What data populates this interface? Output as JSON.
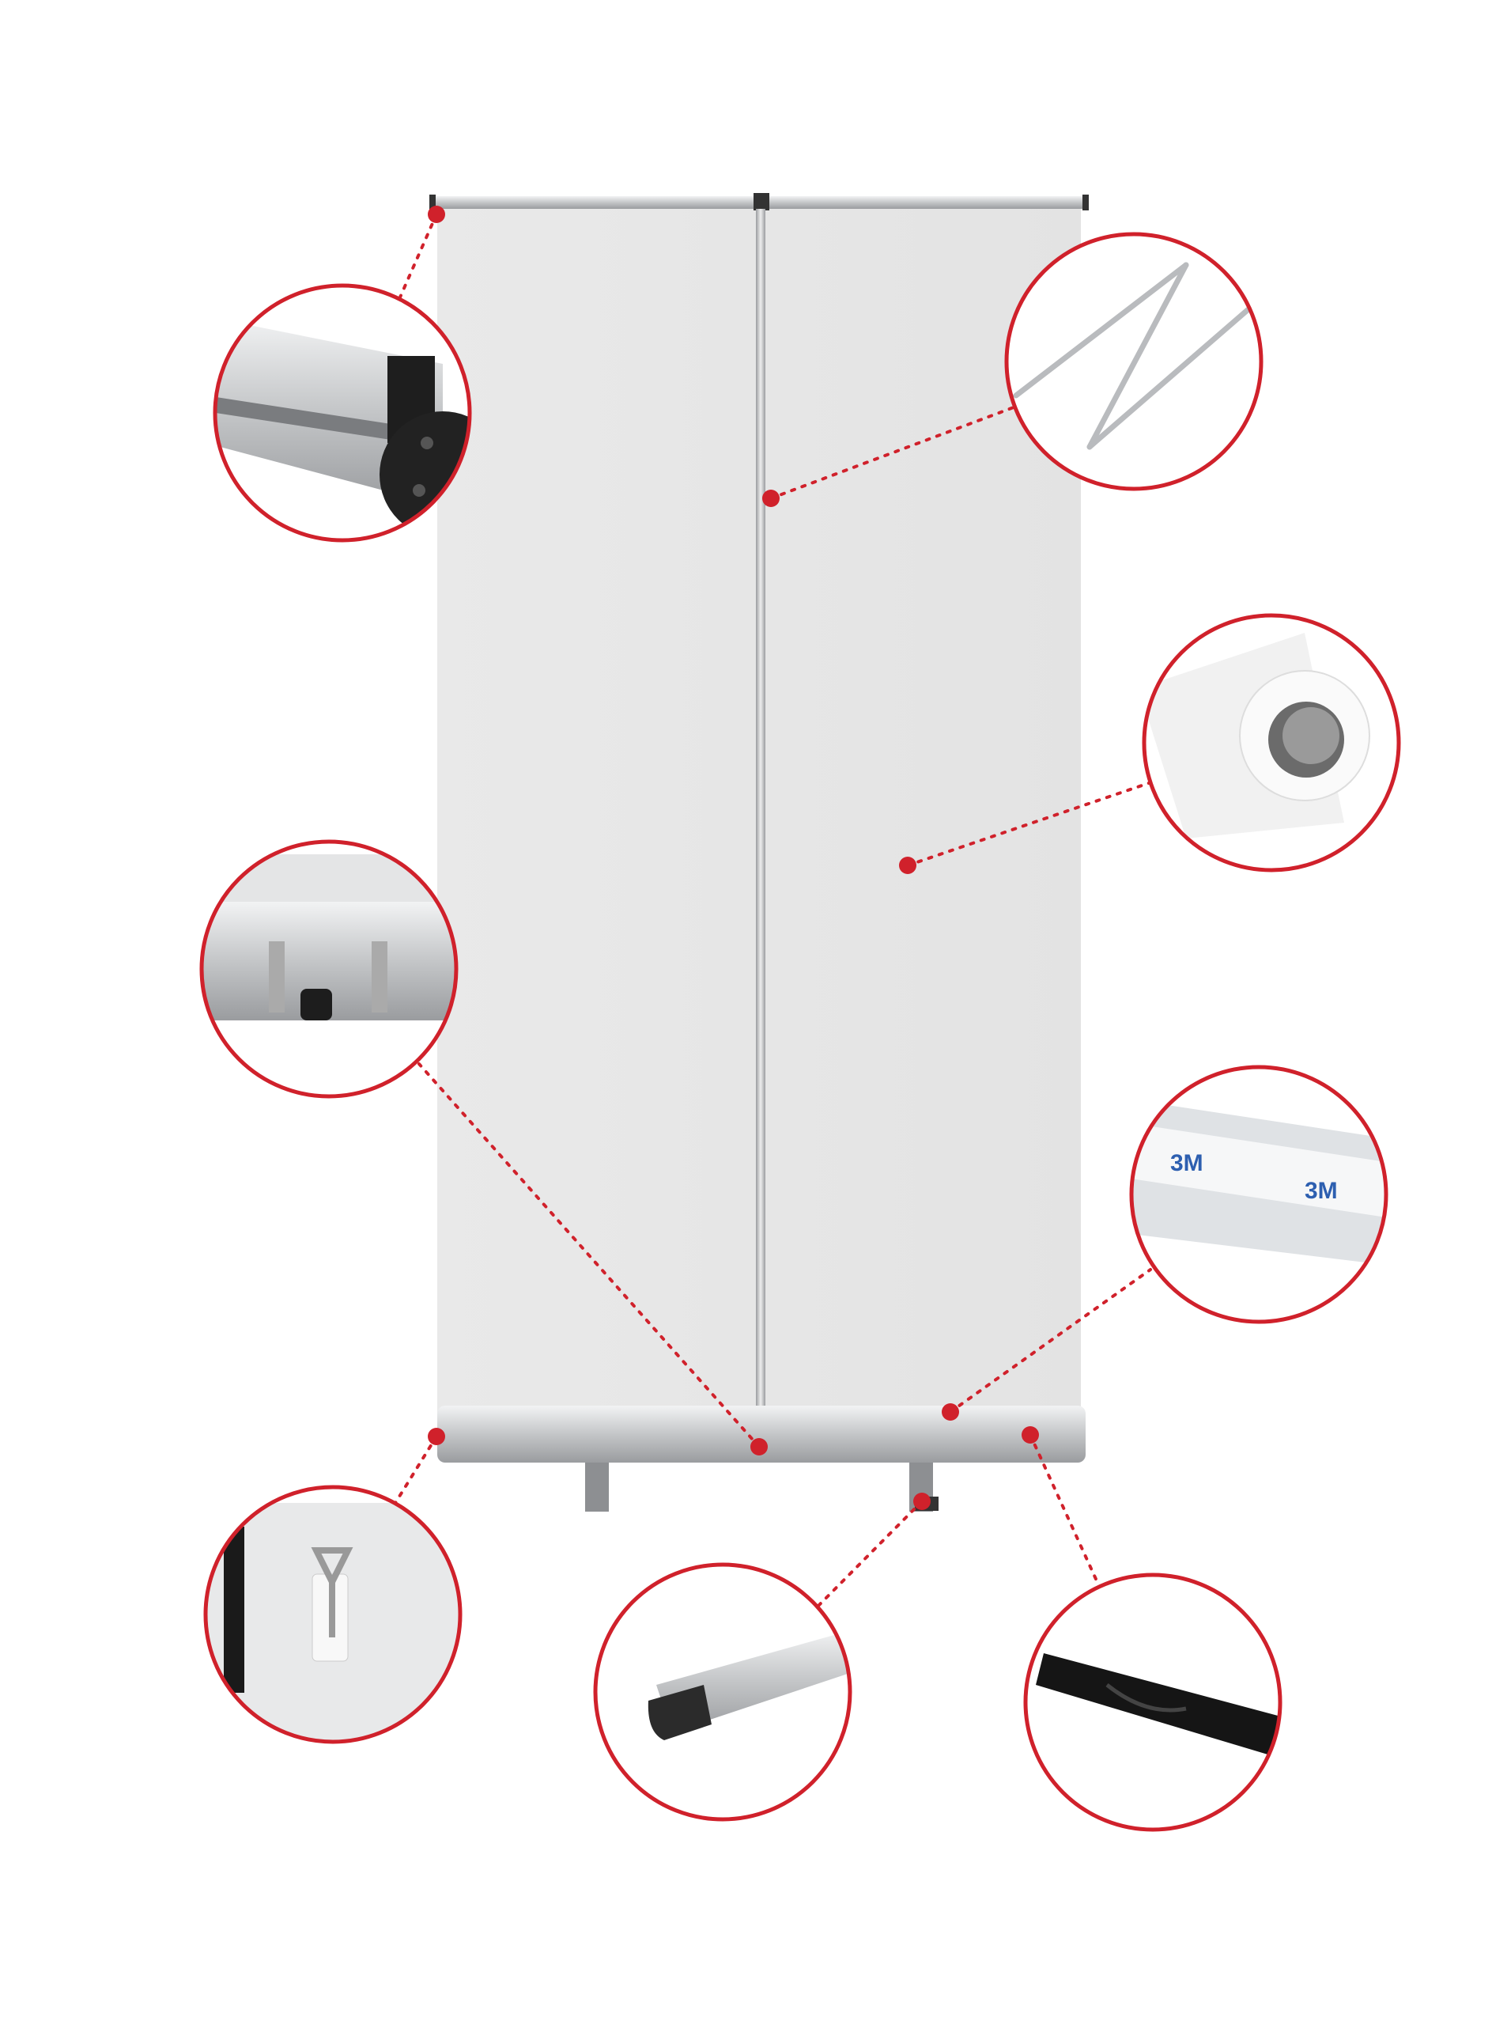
{
  "product": {
    "tape_brand_label": "3M"
  },
  "colors": {
    "accent": "#d0212b",
    "banner": "#e6e6e6",
    "aluminium": "#c8cacc",
    "background": "#ffffff"
  },
  "callouts": [
    {
      "name": "top-bar-end-cap"
    },
    {
      "name": "folding-pole"
    },
    {
      "name": "banner-roll"
    },
    {
      "name": "base-tension-mechanism"
    },
    {
      "name": "adhesive-tape-strip"
    },
    {
      "name": "base-end-hook"
    },
    {
      "name": "swivel-foot"
    },
    {
      "name": "carry-bag"
    }
  ]
}
